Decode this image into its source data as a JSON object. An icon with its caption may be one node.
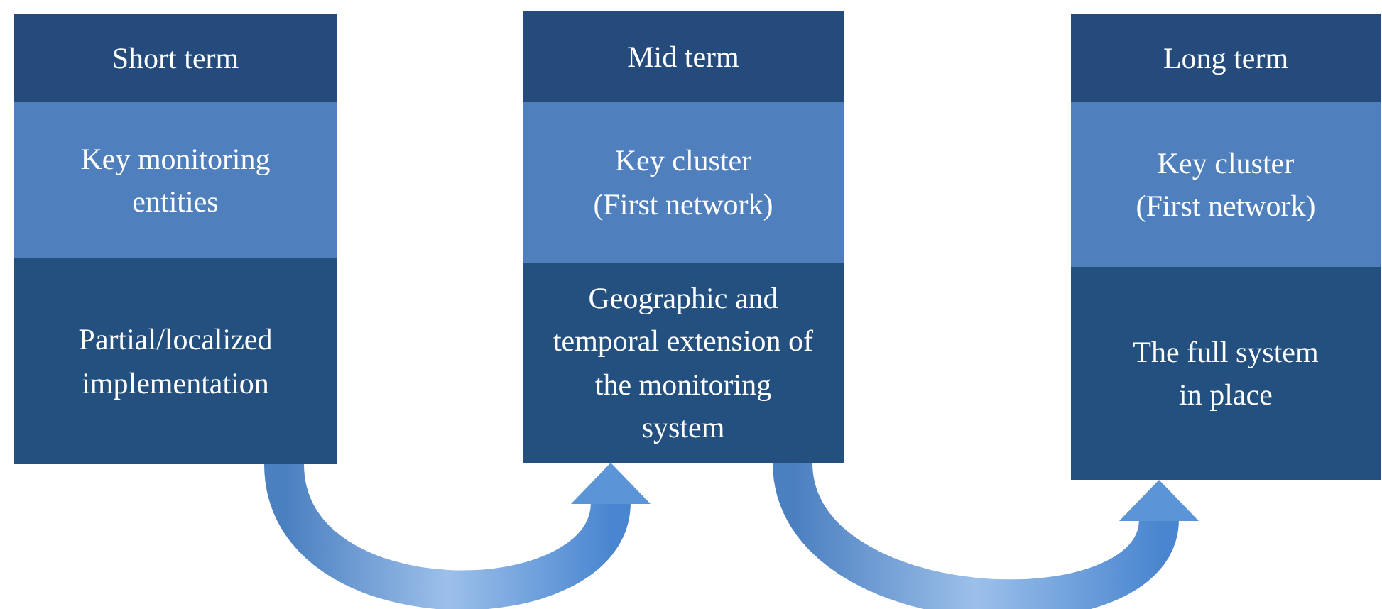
{
  "diagram": {
    "nodes": [
      {
        "text": [
          "Short term"
        ]
      },
      {
        "text": [
          "Key monitoring entities"
        ]
      },
      {
        "text": [
          "Partial/localized implementation"
        ]
      },
      {
        "text": [
          "Mid term"
        ]
      },
      {
        "text": [
          "Key cluster (First network)"
        ]
      },
      {
        "text": [
          "Geographic and temporal extension of the monitoring system"
        ]
      },
      {
        "text": [
          "Long term"
        ]
      },
      {
        "text": [
          "Key cluster (First network)"
        ]
      },
      {
        "text": [
          "The full system in place"
        ]
      }
    ],
    "edges": [
      {
        "from": 2,
        "to": 5,
        "arrow": "to"
      },
      {
        "from": 5,
        "to": 8,
        "arrow": "to"
      }
    ]
  }
}
